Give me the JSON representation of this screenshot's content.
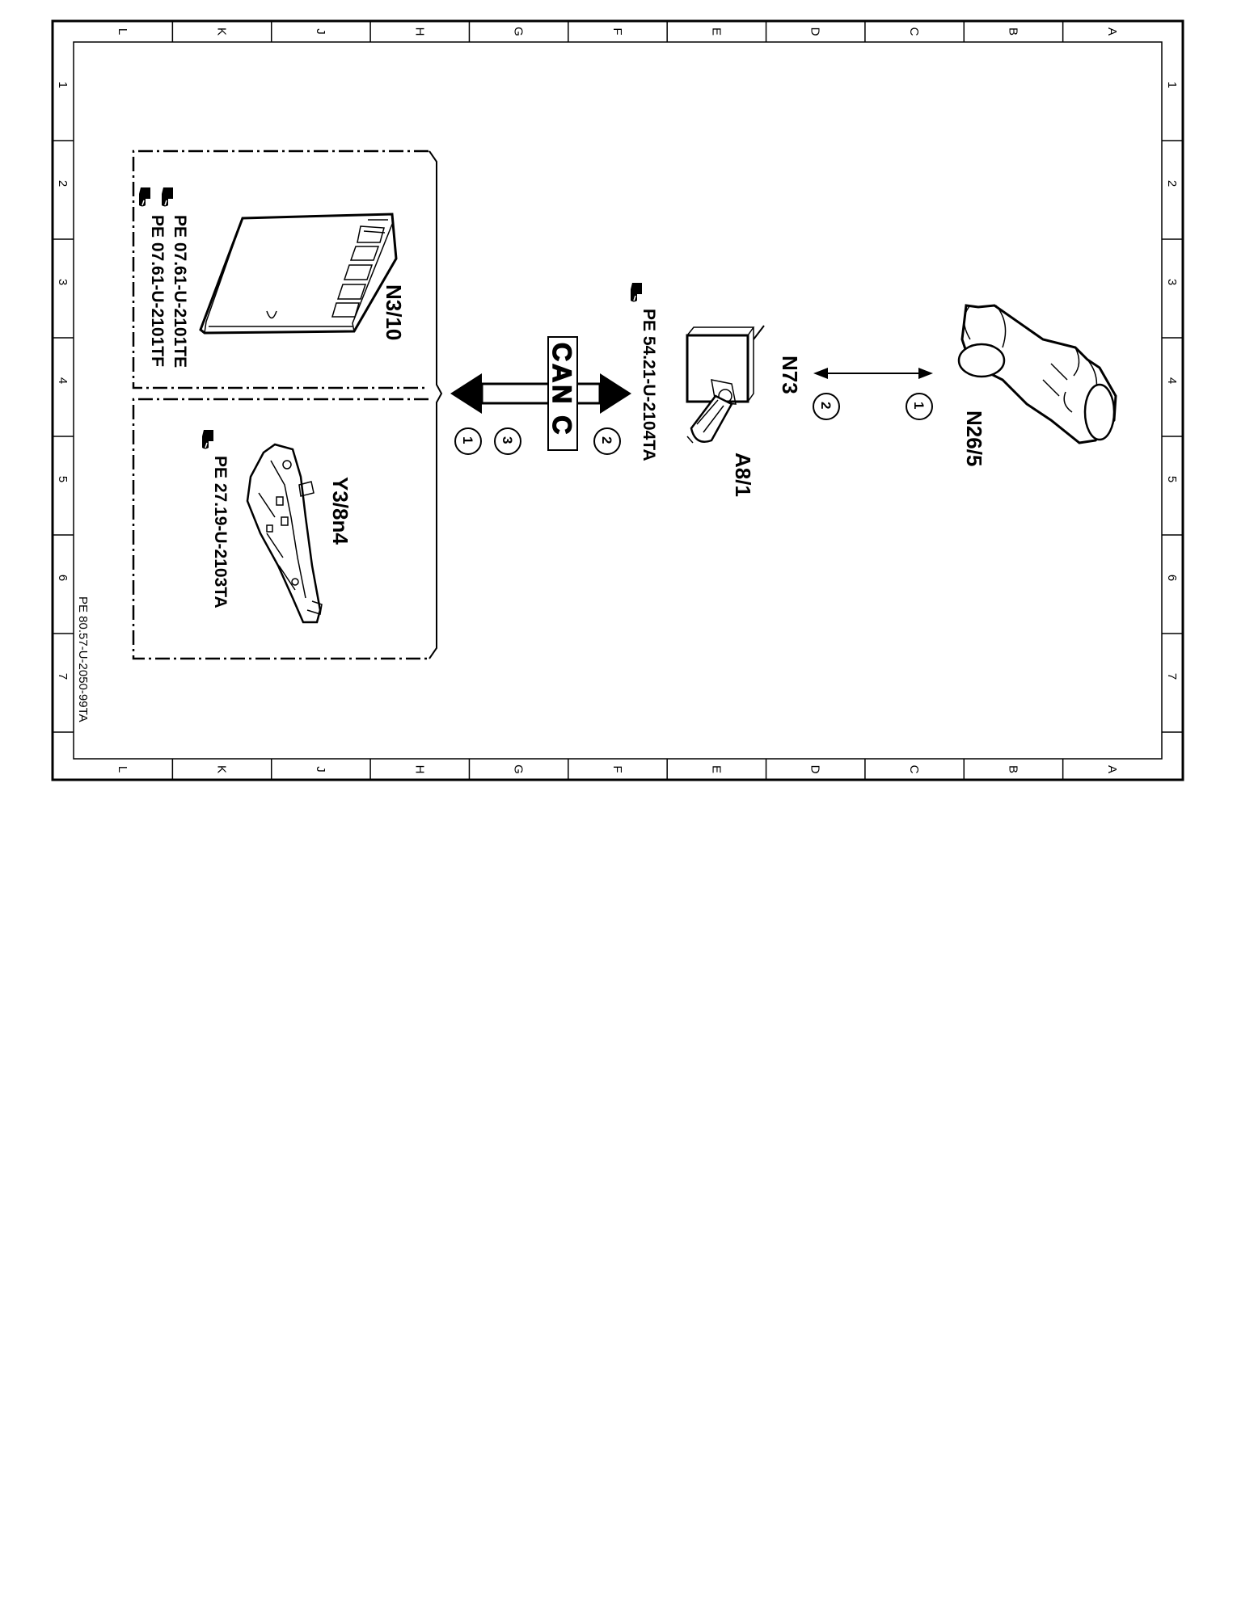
{
  "frame": {
    "column_letters": [
      "L",
      "K",
      "J",
      "H",
      "G",
      "F",
      "E",
      "D",
      "C",
      "B",
      "A"
    ],
    "row_numbers": [
      "1",
      "2",
      "3",
      "4",
      "5",
      "6",
      "7"
    ]
  },
  "components": {
    "n3_10": {
      "label": "N3/10",
      "refs": [
        "PE 07.61-U-2101TE",
        "PE 07.61-U-2101TF"
      ]
    },
    "y3_8n4": {
      "label": "Y3/8n4",
      "refs": [
        "PE 27.19-U-2103TA"
      ]
    },
    "a8_1": {
      "label": "A8/1"
    },
    "n73": {
      "label": "N73",
      "refs": [
        "PE 54.21-U-2104TA"
      ]
    },
    "n26_5": {
      "label": "N26/5"
    }
  },
  "bus": {
    "label": "CAN C",
    "markers_left": [
      "1",
      "3"
    ],
    "marker_right": "2"
  },
  "link_n73_n26": {
    "marker_left": "2",
    "marker_right": "1"
  },
  "footer": {
    "code": "PE 80.57-U-2050-99TA"
  }
}
